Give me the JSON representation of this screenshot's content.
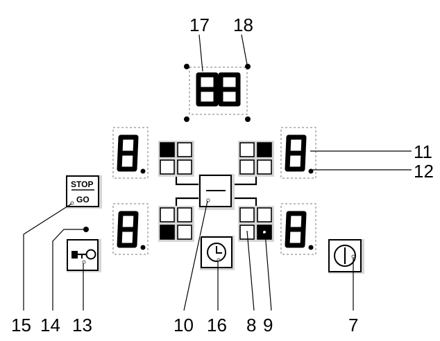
{
  "labels": {
    "l7": "7",
    "l8": "8",
    "l9": "9",
    "l10": "10",
    "l11": "11",
    "l12": "12",
    "l13": "13",
    "l14": "14",
    "l15": "15",
    "l16": "16",
    "l17": "17",
    "l18": "18"
  },
  "buttons": {
    "stop_label": "STOP",
    "go_label": "GO"
  },
  "icons": {
    "key": "key-icon",
    "timer": "clock-icon",
    "power": "power-icon"
  }
}
